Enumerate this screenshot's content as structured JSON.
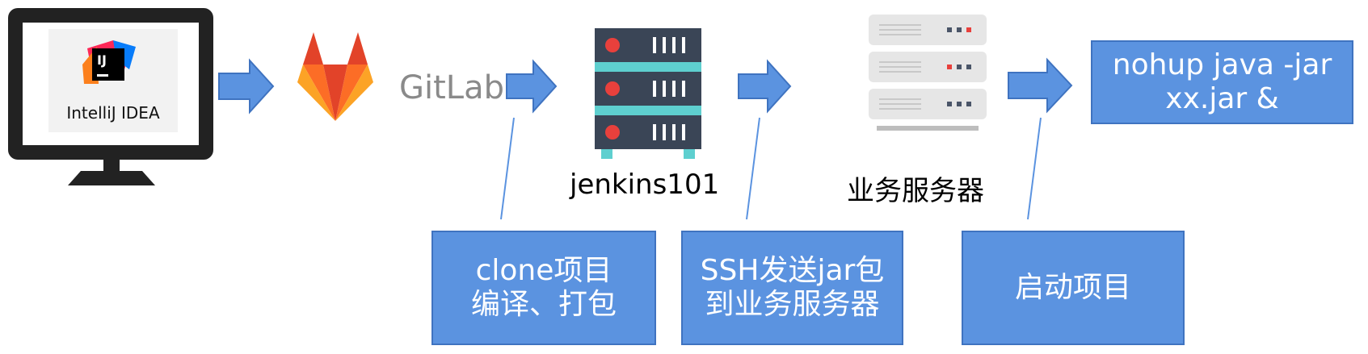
{
  "ide": {
    "name": "IntelliJ IDEA",
    "logo_text": "IJ"
  },
  "gitlab": {
    "label": "GitLab"
  },
  "jenkins": {
    "label": "jenkins101"
  },
  "business_server": {
    "label": "业务服务器"
  },
  "command_box": {
    "line1": "nohup java -jar",
    "line2": "xx.jar &"
  },
  "step_boxes": [
    {
      "line1": "clone项目",
      "line2": "编译、打包"
    },
    {
      "line1": "SSH发送jar包",
      "line2": "到业务服务器"
    },
    {
      "line1": "启动项目",
      "line2": ""
    }
  ],
  "colors": {
    "arrow": "#5b93e0",
    "box_fill": "#5b93e0",
    "box_border": "#3f73c0",
    "server_dark": "#3a4556",
    "server_teal": "#5ecfcf",
    "led_red": "#e8403c",
    "monitor": "#222222",
    "gitlab_orange": "#fc6d26",
    "gitlab_red": "#e24329",
    "gitlab_yellow": "#fca326"
  }
}
